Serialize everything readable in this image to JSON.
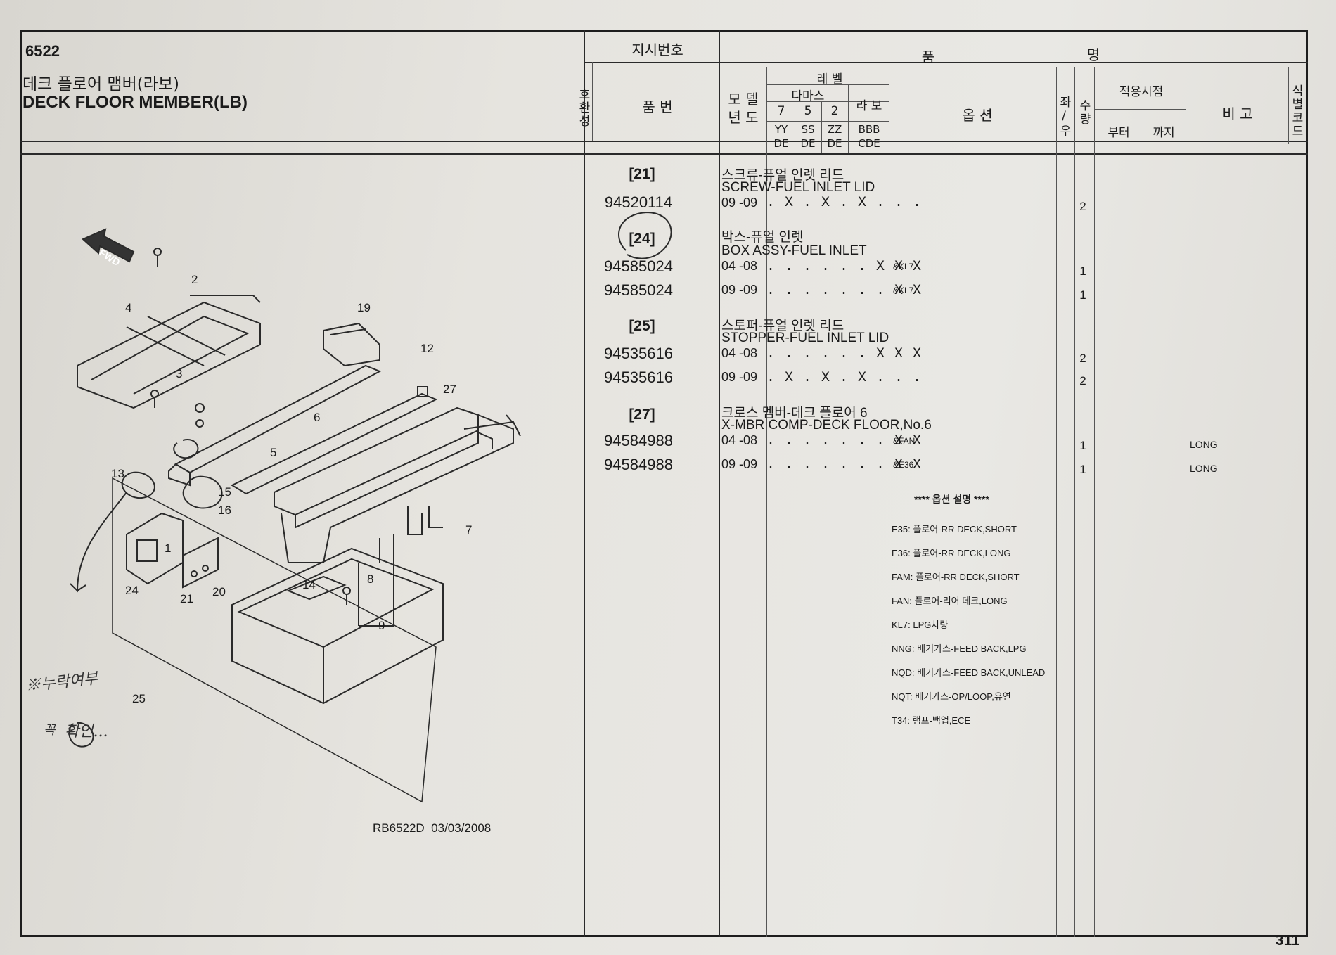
{
  "page": {
    "section_code": "6522",
    "title_kr": "데크 플로어 맴버(라보)",
    "title_en": "DECK FLOOR MEMBER(LB)",
    "page_number": "311"
  },
  "header": {
    "instruction_no": "지시번호",
    "compat": "호환성",
    "part_no": "품 번",
    "model_year": "모 델\n년 도",
    "level": "레 벨",
    "damas": "다마스",
    "damas_cols": [
      "7",
      "5",
      "2"
    ],
    "labo": "라 보",
    "sub_codes": [
      "YY\nDE",
      "SS\nDE",
      "ZZ\nDE",
      "BBB\nCDE"
    ],
    "part_name_1": "품",
    "part_name_2": "명",
    "option": "옵 션",
    "lr": "좌/우",
    "qty": "수량",
    "apply_period": "적용시점",
    "from": "부터",
    "to": "까지",
    "remark": "비 고",
    "id_code": "식별코드"
  },
  "groups": [
    {
      "ref": "[21]",
      "name_kr": "스크류-퓨얼 인렛 리드",
      "name_en": "SCREW-FUEL INLET LID",
      "rows": [
        {
          "part_no": "94520114",
          "year": "09 -09",
          "levels": ". X . X . X . . .",
          "option": "",
          "qty": "2",
          "remark": ""
        }
      ]
    },
    {
      "ref": "[24]",
      "name_kr": "박스-퓨얼 인렛",
      "name_en": "BOX ASSY-FUEL INLET",
      "rows": [
        {
          "part_no": "94585024",
          "year": "04 -08",
          "levels": ". . . . . . X X X",
          "option": "&KL7",
          "qty": "1",
          "remark": ""
        },
        {
          "part_no": "94585024",
          "year": "09 -09",
          "levels": ". . . . . . . X X",
          "option": "&KL7",
          "qty": "1",
          "remark": ""
        }
      ]
    },
    {
      "ref": "[25]",
      "name_kr": "스토퍼-퓨얼 인렛 리드",
      "name_en": "STOPPER-FUEL INLET LID",
      "rows": [
        {
          "part_no": "94535616",
          "year": "04 -08",
          "levels": ". . . . . . X X X",
          "option": "",
          "qty": "2",
          "remark": ""
        },
        {
          "part_no": "94535616",
          "year": "09 -09",
          "levels": ". X . X . X . . .",
          "option": "",
          "qty": "2",
          "remark": ""
        }
      ]
    },
    {
      "ref": "[27]",
      "name_kr": "크로스 멤버-데크 플로어 6",
      "name_en": "X-MBR COMP-DECK FLOOR,No.6",
      "rows": [
        {
          "part_no": "94584988",
          "year": "04 -08",
          "levels": ". . . . . . . X X",
          "option": "&FAN",
          "qty": "1",
          "remark": "LONG"
        },
        {
          "part_no": "94584988",
          "year": "09 -09",
          "levels": ". . . . . . . X X",
          "option": "&E36",
          "qty": "1",
          "remark": "LONG"
        }
      ]
    }
  ],
  "option_legend": {
    "title": "**** 옵션 설명 ****",
    "items": [
      "E35: 플로어-RR DECK,SHORT",
      "E36: 플로어-RR DECK,LONG",
      "FAM: 플로어-RR DECK,SHORT",
      "FAN: 플로어-리어 데크,LONG",
      "KL7: LPG차량",
      "NNG: 배기가스-FEED BACK,LPG",
      "NQD: 배기가스-FEED BACK,UNLEAD",
      "NQT: 배기가스-OP/LOOP,유연",
      "T34: 램프-백업,ECE"
    ]
  },
  "diagram": {
    "fwd_label": "FWD",
    "callouts": [
      "1",
      "2",
      "3",
      "4",
      "5",
      "6",
      "7",
      "8",
      "9",
      "12",
      "13",
      "14",
      "15",
      "16",
      "19",
      "20",
      "21",
      "24",
      "25",
      "27"
    ],
    "drawing_code": "RB6522D  03/03/2008",
    "handwritten_note_1": "※누락여부",
    "handwritten_note_2": "확인...",
    "handwritten_circle": "꼭"
  }
}
